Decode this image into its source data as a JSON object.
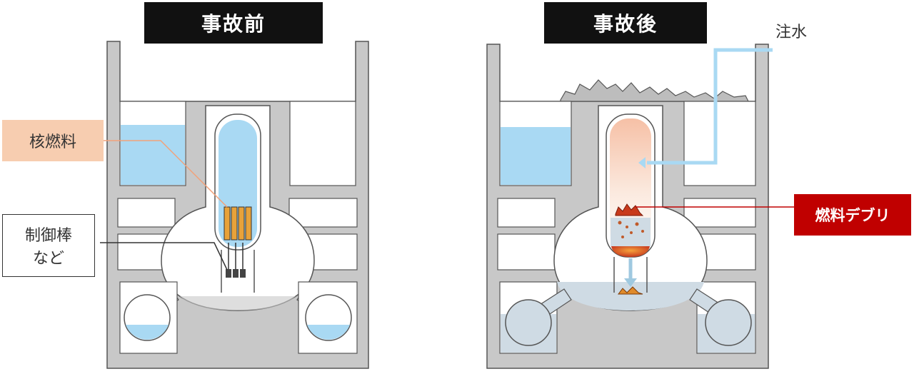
{
  "titles": {
    "before": "事故前",
    "after": "事故後"
  },
  "labels": {
    "nuclear_fuel": "核燃料",
    "control_rods_line1": "制御棒",
    "control_rods_line2": "など",
    "water_injection": "注水",
    "fuel_debris": "燃料デブリ"
  },
  "colors": {
    "structure_gray": "#c8c8c8",
    "outline": "#555555",
    "water_blue": "#a9d9f3",
    "murky_water": "#cfdbe4",
    "fuel_orange": "#e8a23a",
    "debris_red": "#c00000",
    "fuel_label_bg": "#f7cdb0"
  },
  "icons": [
    "reactor-building-before",
    "reactor-building-after",
    "rubble-icon",
    "debris-icon",
    "water-pipe-icon"
  ]
}
